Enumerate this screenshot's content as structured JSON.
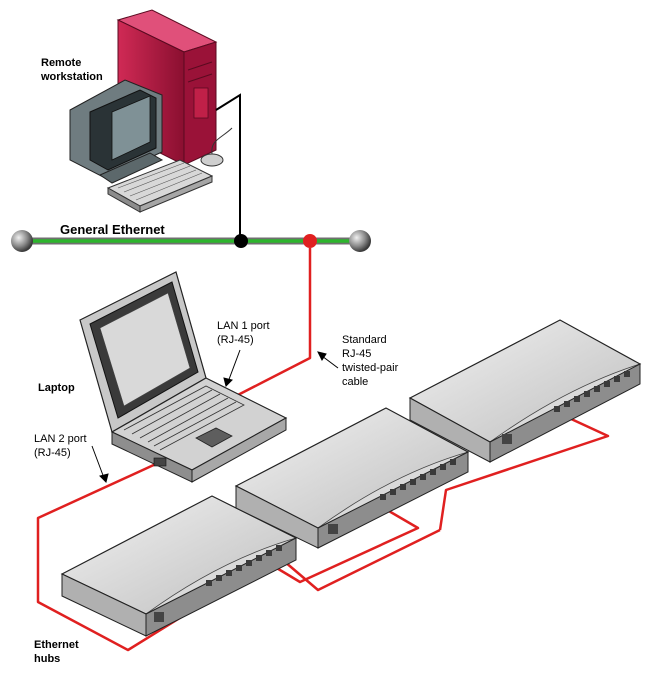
{
  "labels": {
    "remote_workstation": "Remote\nworkstation",
    "general_ethernet": "General Ethernet",
    "lan1_port": "LAN 1 port\n(RJ-45)",
    "standard_cable": "Standard\nRJ-45\ntwisted-pair\ncable",
    "laptop": "Laptop",
    "lan2_port": "LAN 2 port\n(RJ-45)",
    "ethernet_hubs": "Ethernet\nhubs"
  },
  "colors": {
    "ethernet_bus": "#2db52d",
    "cable": "#e02020",
    "workstation_tower": "#b01840",
    "junction": "#000000",
    "terminator": "#9a9a9a"
  }
}
